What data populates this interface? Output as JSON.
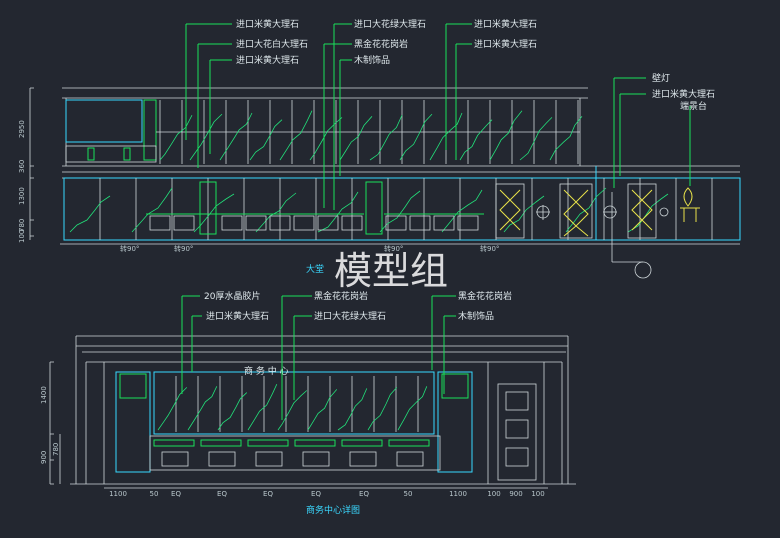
{
  "upper": {
    "labels_col1": [
      "进口米黄大理石",
      "进口大花白大理石",
      "进口米黄大理石"
    ],
    "labels_col2": [
      "进口大花绿大理石",
      "黑金花花岗岩",
      "木制饰品"
    ],
    "labels_col3": [
      "进口米黄大理石",
      "进口米黄大理石"
    ],
    "labels_right": [
      "壁灯",
      "进口米黄大理石",
      "端景台"
    ],
    "dims": [
      "2950",
      "360",
      "1300",
      "780",
      "100"
    ],
    "turn_marks": [
      "转90°",
      "转90°",
      "转90°",
      "转90°"
    ],
    "title": "大堂"
  },
  "watermark": "模型组",
  "lower": {
    "labels_top": [
      "20厚水晶胶片",
      "黑金花花岗岩",
      "黑金花花岗岩"
    ],
    "labels_mid": [
      "进口米黄大理石",
      "进口大花绿大理石",
      "木制饰品"
    ],
    "sign": "商 务 中 心",
    "dims_left": [
      "1400",
      "900",
      "780"
    ],
    "dims_bottom": [
      "1100",
      "50",
      "EQ",
      "EQ",
      "EQ",
      "EQ",
      "EQ",
      "50",
      "1100",
      "100",
      "900",
      "100"
    ],
    "title": "商务中心详图"
  },
  "colors": {
    "background": "#232730",
    "cyan": "#37d9ff",
    "green": "#19e05a",
    "white": "#cfd7da"
  }
}
